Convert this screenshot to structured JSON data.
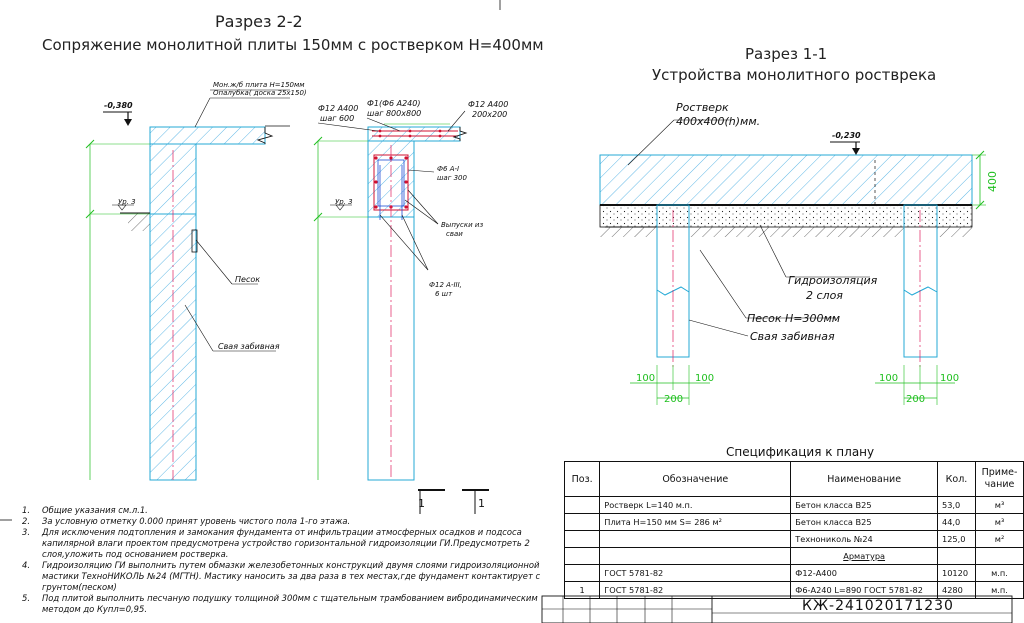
{
  "section22": {
    "title": "Разрез 2-2",
    "subtitle": "Сопряжение монолитной плиты 150мм с ростверком Н=400мм",
    "slab_label_1": "Мон.ж/б плита Н=150мм",
    "slab_label_2": "Опалубка( доска 25х150)",
    "level": "-0,380",
    "rebar_1": "Ф12 А400",
    "rebar_1_step": "шаг 600",
    "rebar_2": "Ф1(Ф6 А240)",
    "rebar_2_step": "шаг 800х800",
    "rebar_3": "Ф12 А400",
    "rebar_3_step": "200х200",
    "stirrup": "Ф6 А-I",
    "stirrup_step": "шаг 300",
    "outlet_1": "Выпуски из",
    "outlet_2": "сваи",
    "bar_long": "Ф12 А-III,",
    "bar_long_count": "6 шт",
    "sand": "Песок",
    "pile": "Свая забивная",
    "ur": "Ур. 3"
  },
  "section11": {
    "title": "Разрез 1-1",
    "subtitle": "Устройства монолитного ростврека",
    "grillage_1": "Ростверк",
    "grillage_2": "400х400(h)мм.",
    "level": "-0,230",
    "height": "400",
    "waterproof_1": "Гидроизоляция",
    "waterproof_2": "2 слоя",
    "sand": "Песок Н=300мм",
    "pile": "Свая забивная",
    "dims": [
      "100",
      "100",
      "200",
      "100",
      "100",
      "200"
    ]
  },
  "section_marks": [
    "1",
    "1"
  ],
  "notes": [
    {
      "num": "1.",
      "text": "Общие указания см.л.1."
    },
    {
      "num": "2.",
      "text": "За условную отметку 0.000 принят уровень чистого пола 1-го этажа."
    },
    {
      "num": "3.",
      "text": "Для исключения подтопления и замокания фундамента от инфильтрации атмосферных осадков и подсоса капилярной влаги проектом предусмотрена устройство горизонтальной гидроизоляции ГИ.Предусмотреть 2 слоя,уложить под основанием ростверка."
    },
    {
      "num": "4.",
      "text": "Гидроизоляцию ГИ выполнить путем обмазки железобетонных конструкций двумя слоями гидроизоляционной мастики ТехноНИКОЛЬ №24 (МГТН). Мастику наносить за два раза в тех местах,где фундамент контактирует с грунтом(песком)"
    },
    {
      "num": "5.",
      "text": "Под плитой выполнить песчаную подушку толщиной 300мм с тщательным трамбованием вибродинамическим методом до Купл=0,95."
    }
  ],
  "spec": {
    "title": "Спецификация к плану",
    "headers": [
      "Поз.",
      "Обозначение",
      "Наименование",
      "Кол.",
      "Приме-\nчание"
    ],
    "rows": [
      [
        "",
        "Ростверк L=140 м.п.",
        "Бетон класса В25",
        "53,0",
        "м³"
      ],
      [
        "",
        "Плита Н=150 мм S= 286 м²",
        "Бетон класса В25",
        "44,0",
        "м³"
      ],
      [
        "",
        "",
        "Технониколь №24",
        "125,0",
        "м²"
      ],
      [
        "",
        "",
        "Арматура",
        "",
        ""
      ],
      [
        "",
        "ГОСТ 5781-82",
        "Ф12-А400",
        "10120",
        "м.п."
      ],
      [
        "1",
        "ГОСТ 5781-82",
        "Ф6-А240   L=890 ГОСТ 5781-82",
        "4280",
        "м.п."
      ]
    ]
  },
  "stamp": {
    "code": "КЖ-241020171230"
  },
  "colors": {
    "line": "#111111",
    "concrete": "#24a9d6",
    "dim": "#1fbf1f",
    "center": "#e02060",
    "rebar": "#d01030"
  }
}
